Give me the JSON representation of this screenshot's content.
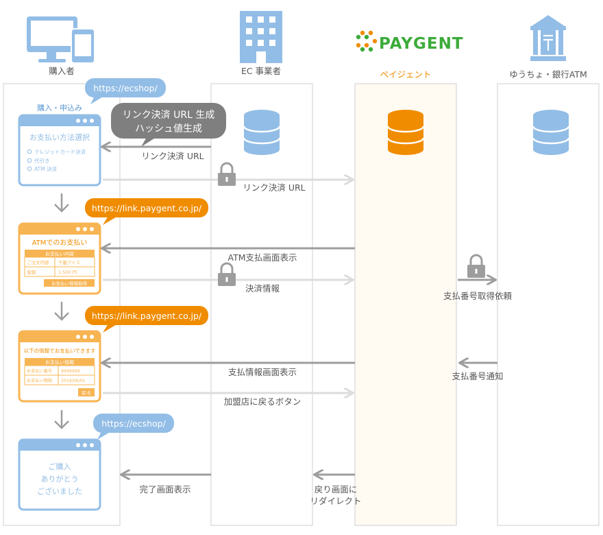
{
  "actors": {
    "buyer": "購入者",
    "ec": "EC 事業者",
    "paygent": "ペイジェント",
    "bank": "ゆうちょ・銀行ATM",
    "paygent_logo": "PAYGENT"
  },
  "bubbles": {
    "ecshop_1": "https://ecshop/",
    "paygent_link_1": "https://link.paygent.co.jp/",
    "paygent_link_2": "https://link.paygent.co.jp/",
    "ecshop_2": "https://ecshop/"
  },
  "ec_note": {
    "line1": "リンク決済 URL 生成",
    "line2": "ハッシュ値生成"
  },
  "screen1": {
    "caption": "購入・申込み",
    "title": "お支払い方法選択",
    "options": [
      "クレジットカード決済",
      "代引き",
      "ATM 決済"
    ]
  },
  "screen2": {
    "title": "ATMでのお支払い",
    "table_header": "お支払い内容",
    "rows": [
      {
        "label": "ご注文内容",
        "value": "千趣アイス"
      },
      {
        "label": "金額",
        "value": "1,500 円"
      }
    ],
    "button": "お支払い情報取得"
  },
  "screen3": {
    "title": "以下の情報でお支払いできます",
    "table_header": "お支払い情報",
    "rows": [
      {
        "label": "お支払い番号",
        "value": "9999999"
      },
      {
        "label": "お支払い期限",
        "value": "2019/06/01"
      }
    ],
    "button": "戻る"
  },
  "screen4": {
    "lines": [
      "ご購入",
      "ありがとう",
      "ございました"
    ]
  },
  "messages": {
    "link_url_1": "リンク決済 URL",
    "link_url_2": "リンク決済 URL",
    "atm_screen": "ATM支払画面表示",
    "payment_info": "決済情報",
    "number_request": "支払番号取得依頼",
    "payinfo_screen": "支払情報画面表示",
    "number_notice": "支払番号通知",
    "return_button": "加盟店に戻るボタン",
    "complete_screen": "完了画面表示",
    "redirect_line1": "戻り画面に",
    "redirect_line2": "リダイレクト"
  },
  "colors": {
    "blue": "#92bde6",
    "blue_dark": "#5e9ad4",
    "orange": "#f08c00",
    "orange_light": "#f7b452",
    "lane_paygent_fill": "#fffaf2",
    "lane_stroke": "#cfcfcf",
    "arrow_dark": "#9d9d9d",
    "arrow_light": "#dcdcdc",
    "note_gray": "#7f7f7f",
    "paygent_green": "#3cab3a"
  }
}
